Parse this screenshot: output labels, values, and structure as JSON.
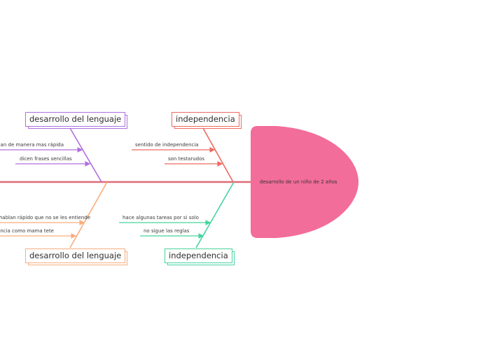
{
  "colors": {
    "spine": "#e06a78",
    "head": "#f26d9a",
    "purple": "#b06fe0",
    "orange": "#f7ad7e",
    "red": "#ee6a62",
    "green": "#46d49e"
  },
  "head": {
    "text": "desarrollo de un niño de 2 años"
  },
  "branches": {
    "top_left": {
      "title": "desarrollo del lenguaje",
      "items": [
        "hablan de manera mas rápida",
        "dicen frases sencillas"
      ]
    },
    "bottom_left": {
      "title": "desarrollo del lenguaje",
      "items": [
        "hablan rápido que no se les entiende",
        "pronuncia como mama tete"
      ]
    },
    "top_right": {
      "title": "independencia",
      "items": [
        "sentido de independencia",
        "son testarudos"
      ]
    },
    "bottom_right": {
      "title": "independencia",
      "items": [
        "hace algunas tareas por si solo",
        "no sigue las reglas"
      ]
    }
  }
}
